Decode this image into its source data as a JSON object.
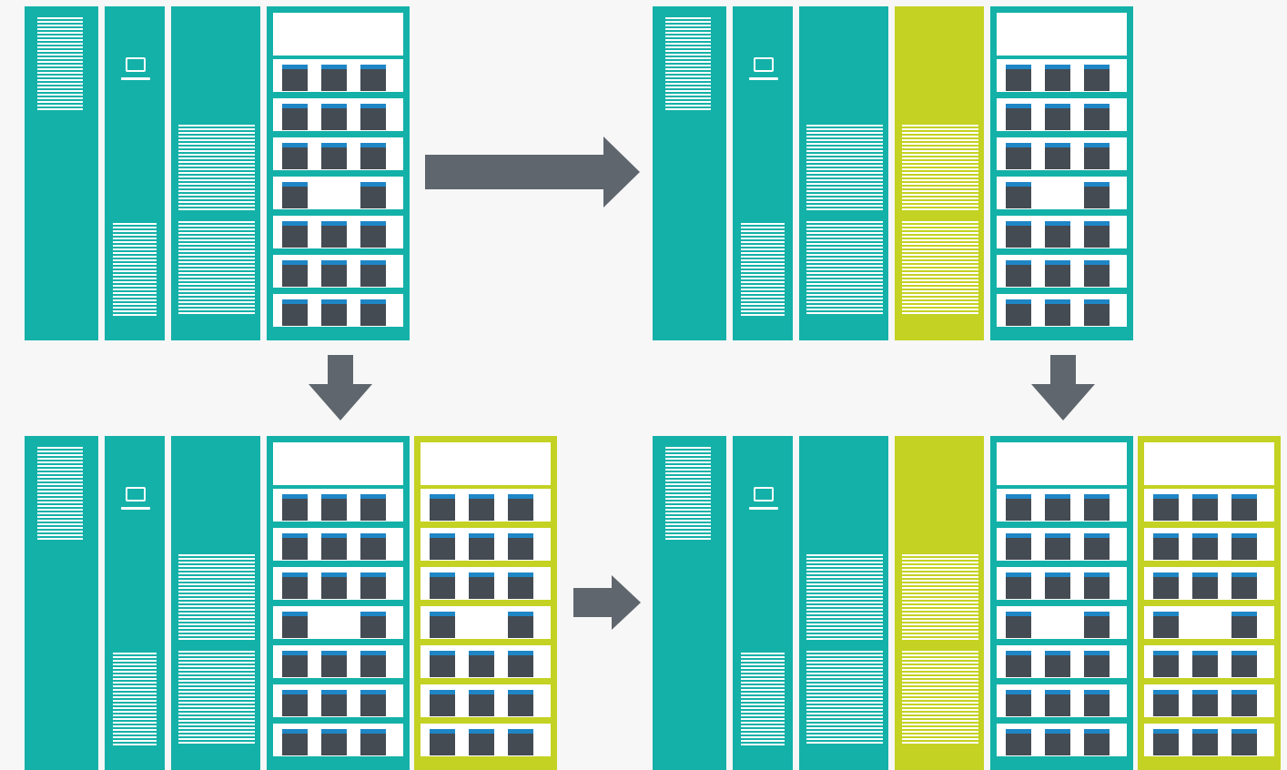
{
  "colors": {
    "background": "#f7f7f7",
    "teal": "#14b1a8",
    "lime": "#c4d223",
    "white": "#ffffff",
    "module_body": "#454b52",
    "module_cap": "#1f86c6",
    "arrow": "#5f666d"
  },
  "icons": {
    "laptop": "laptop-icon",
    "arrow_right": "arrow-right-icon",
    "arrow_down": "arrow-down-icon"
  },
  "battery_layout": {
    "rows": 7,
    "modules_per_row": [
      3,
      3,
      3,
      2,
      3,
      3,
      3
    ]
  },
  "configurations": [
    {
      "id": "base",
      "extra_power_cabinet": false,
      "extra_battery_cabinet": false
    },
    {
      "id": "extra-power",
      "extra_power_cabinet": true,
      "extra_battery_cabinet": false
    },
    {
      "id": "extra-battery",
      "extra_power_cabinet": false,
      "extra_battery_cabinet": true
    },
    {
      "id": "extra-power-and-battery",
      "extra_power_cabinet": true,
      "extra_battery_cabinet": true
    }
  ]
}
